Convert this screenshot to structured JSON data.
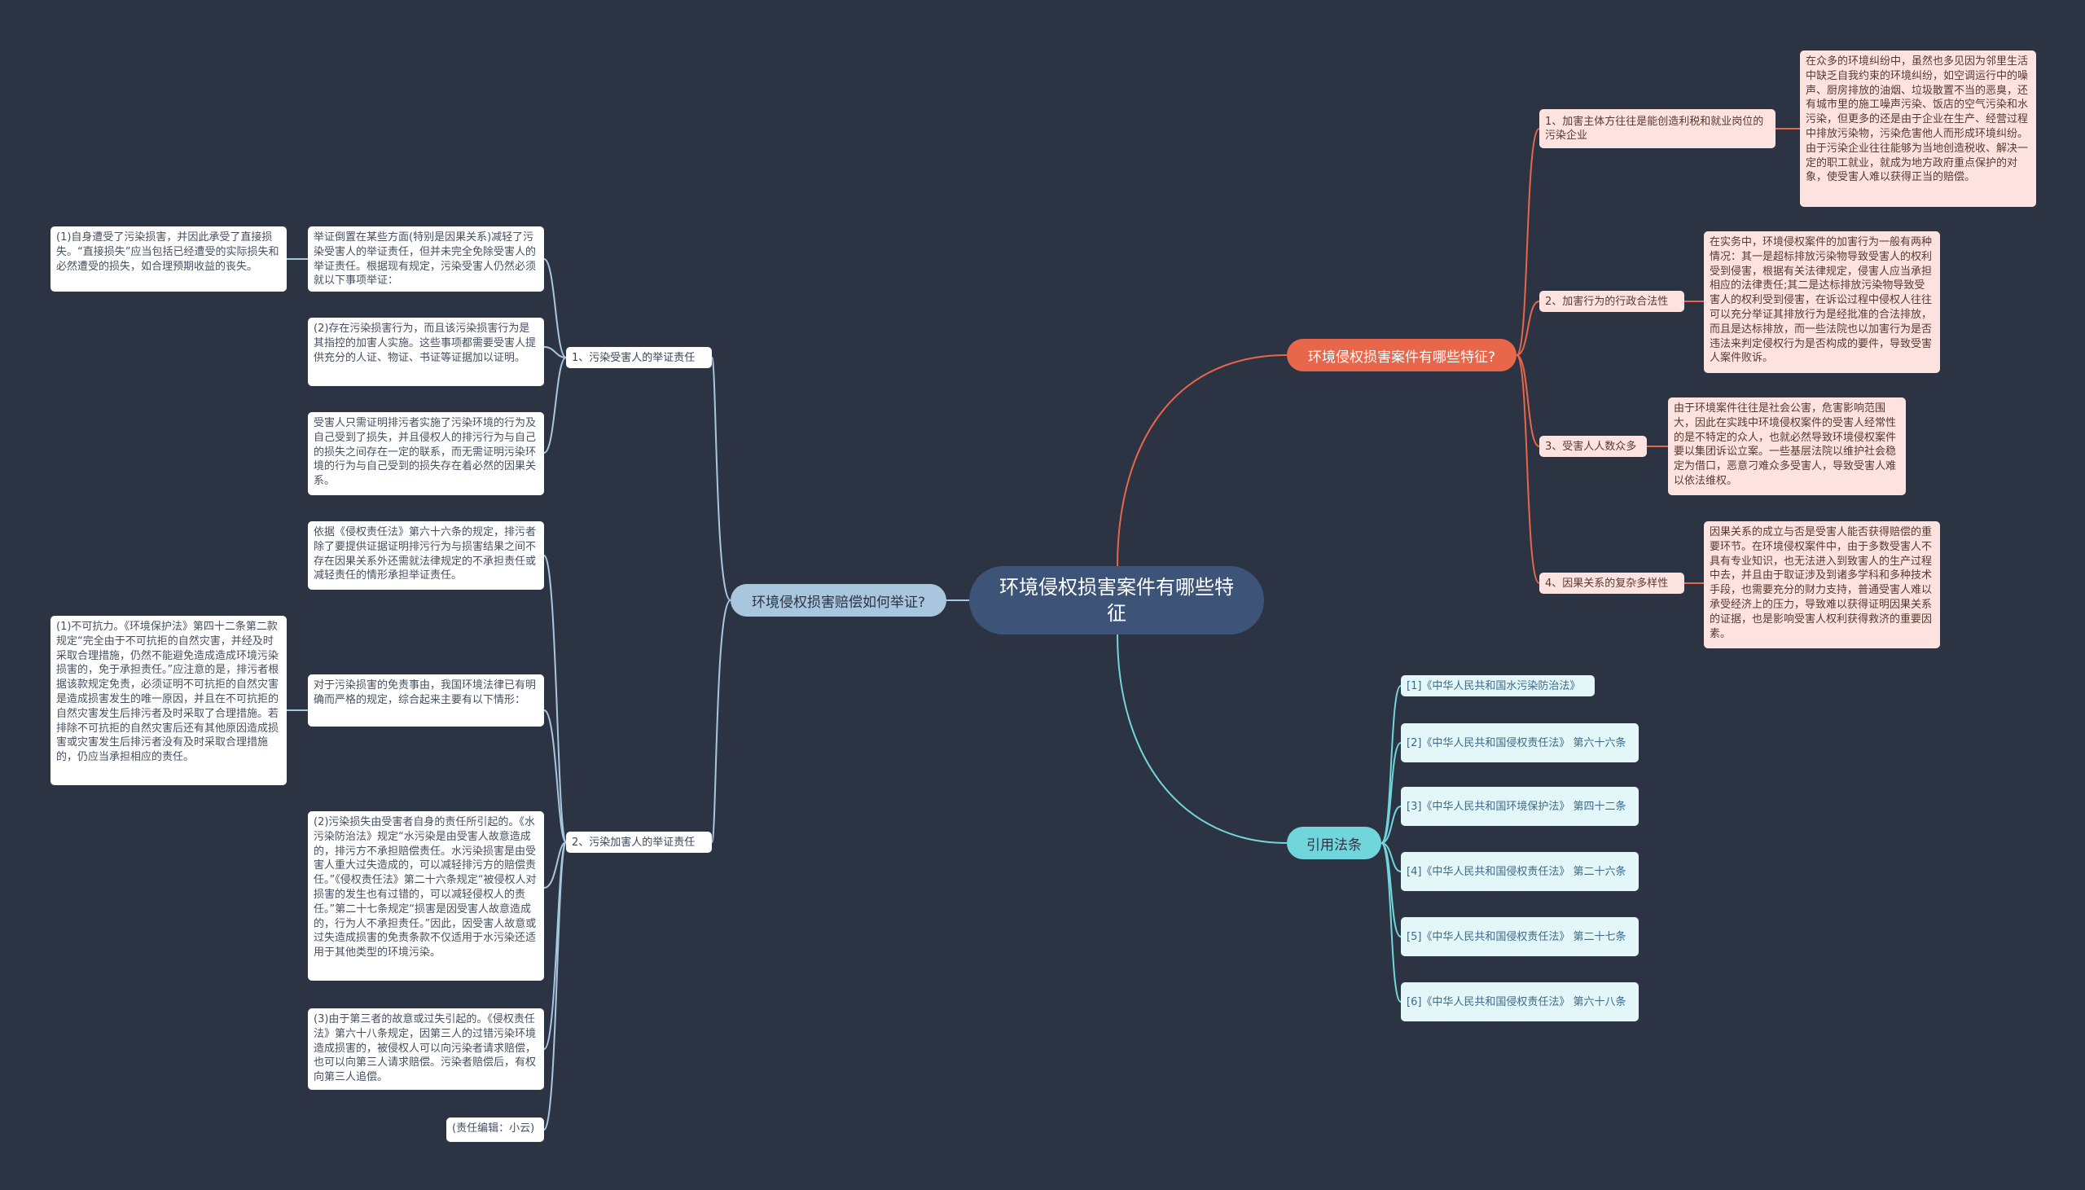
{
  "central": "环境侵权损害案件有哪些特征",
  "branches": {
    "features": {
      "title": "环境侵权损害案件有哪些特征?",
      "items": [
        {
          "label": "1、加害主体方往往是能创造利税和就业岗位的污染企业",
          "detail": "在众多的环境纠纷中，虽然也多见因为邻里生活中缺乏自我约束的环境纠纷，如空调运行中的噪声、厨房排放的油烟、垃圾散置不当的恶臭，还有城市里的施工噪声污染、饭店的空气污染和水污染，但更多的还是由于企业在生产、经营过程中排放污染物，污染危害他人而形成环境纠纷。由于污染企业往往能够为当地创造税收、解决一定的职工就业，就成为地方政府重点保护的对象，使受害人难以获得正当的赔偿。"
        },
        {
          "label": "2、加害行为的行政合法性",
          "detail": "在实务中，环境侵权案件的加害行为一般有两种情况：其一是超标排放污染物导致受害人的权利受到侵害，根据有关法律规定，侵害人应当承担相应的法律责任;其二是达标排放污染物导致受害人的权利受到侵害，在诉讼过程中侵权人往往可以充分举证其排放行为是经批准的合法排放，而且是达标排放，而一些法院也以加害行为是否违法来判定侵权行为是否构成的要件，导致受害人案件败诉。"
        },
        {
          "label": "3、受害人人数众多",
          "detail": "由于环境案件往往是社会公害，危害影响范围大，因此在实践中环境侵权案件的受害人经常性的是不特定的众人，也就必然导致环境侵权案件要以集团诉讼立案。一些基层法院以维护社会稳定为借口，恶意刁难众多受害人，导致受害人难以依法维权。"
        },
        {
          "label": "4、因果关系的复杂多样性",
          "detail": "因果关系的成立与否是受害人能否获得赔偿的重要环节。在环境侵权案件中，由于多数受害人不具有专业知识，也无法进入到致害人的生产过程中去，并且由于取证涉及到诸多学科和多种技术手段，也需要充分的财力支持，普通受害人难以承受经济上的压力，导致难以获得证明因果关系的证据，也是影响受害人权利获得救济的重要因素。"
        }
      ]
    },
    "proof": {
      "title": "环境侵权损害赔偿如何举证?",
      "items": [
        {
          "label": "1、污染受害人的举证责任",
          "cards": [
            "举证倒置在某些方面(特别是因果关系)减轻了污染受害人的举证责任，但并未完全免除受害人的举证责任。根据现有规定，污染受害人仍然必须就以下事项举证：",
            "(2)存在污染损害行为，而且该污染损害行为是其指控的加害人实施。这些事项都需要受害人提供充分的人证、物证、书证等证据加以证明。",
            "受害人只需证明排污者实施了污染环境的行为及自己受到了损失，并且侵权人的排污行为与自己的损失之间存在一定的联系，而无需证明污染环境的行为与自己受到的损失存在着必然的因果关系。"
          ],
          "side": "(1)自身遭受了污染损害，并因此承受了直接损失。“直接损失”应当包括已经遭受的实际损失和必然遭受的损失，如合理预期收益的丧失。"
        },
        {
          "label": "2、污染加害人的举证责任",
          "cards": [
            "依据《侵权责任法》第六十六条的规定，排污者除了要提供证据证明排污行为与损害结果之间不存在因果关系外还需就法律规定的不承担责任或减轻责任的情形承担举证责任。",
            "对于污染损害的免责事由，我国环境法律已有明确而严格的规定，综合起来主要有以下情形：",
            "(2)污染损失由受害者自身的责任所引起的。《水污染防治法》规定“水污染是由受害人故意造成的，排污方不承担赔偿责任。水污染损害是由受害人重大过失造成的，可以减轻排污方的赔偿责任。”《侵权责任法》第二十六条规定“被侵权人对损害的发生也有过错的，可以减轻侵权人的责任。”第二十七条规定“损害是因受害人故意造成的，行为人不承担责任。”因此，因受害人故意或过失造成损害的免责条款不仅适用于水污染还适用于其他类型的环境污染。",
            "(3)由于第三者的故意或过失引起的。《侵权责任法》第六十八条规定，因第三人的过错污染环境造成损害的，被侵权人可以向污染者请求赔偿，也可以向第三人请求赔偿。污染者赔偿后，有权向第三人追偿。",
            "(责任编辑：小云)"
          ],
          "side": "(1)不可抗力。《环境保护法》第四十二条第二款规定“完全由于不可抗拒的自然灾害，并经及时采取合理措施，仍然不能避免造成造成环境污染损害的，免于承担责任。”应注意的是，排污者根据该款规定免责，必须证明不可抗拒的自然灾害是造成损害发生的唯一原因，并且在不可抗拒的自然灾害发生后排污者及时采取了合理措施。若排除不可抗拒的自然灾害后还有其他原因造成损害或灾害发生后排污者没有及时采取合理措施的，仍应当承担相应的责任。"
        }
      ]
    },
    "laws": {
      "title": "引用法条",
      "items": [
        "[1]《中华人民共和国水污染防治法》",
        "[2]《中华人民共和国侵权责任法》 第六十六条",
        "[3]《中华人民共和国环境保护法》 第四十二条",
        "[4]《中华人民共和国侵权责任法》 第二十六条",
        "[5]《中华人民共和国侵权责任法》 第二十七条",
        "[6]《中华人民共和国侵权责任法》 第六十八条"
      ]
    }
  },
  "colors": {
    "background": "#2c3444",
    "root": "#3d5478",
    "feature_branch": "#e8664a",
    "proof_branch": "#a9c6df",
    "law_branch": "#71d6dc"
  }
}
